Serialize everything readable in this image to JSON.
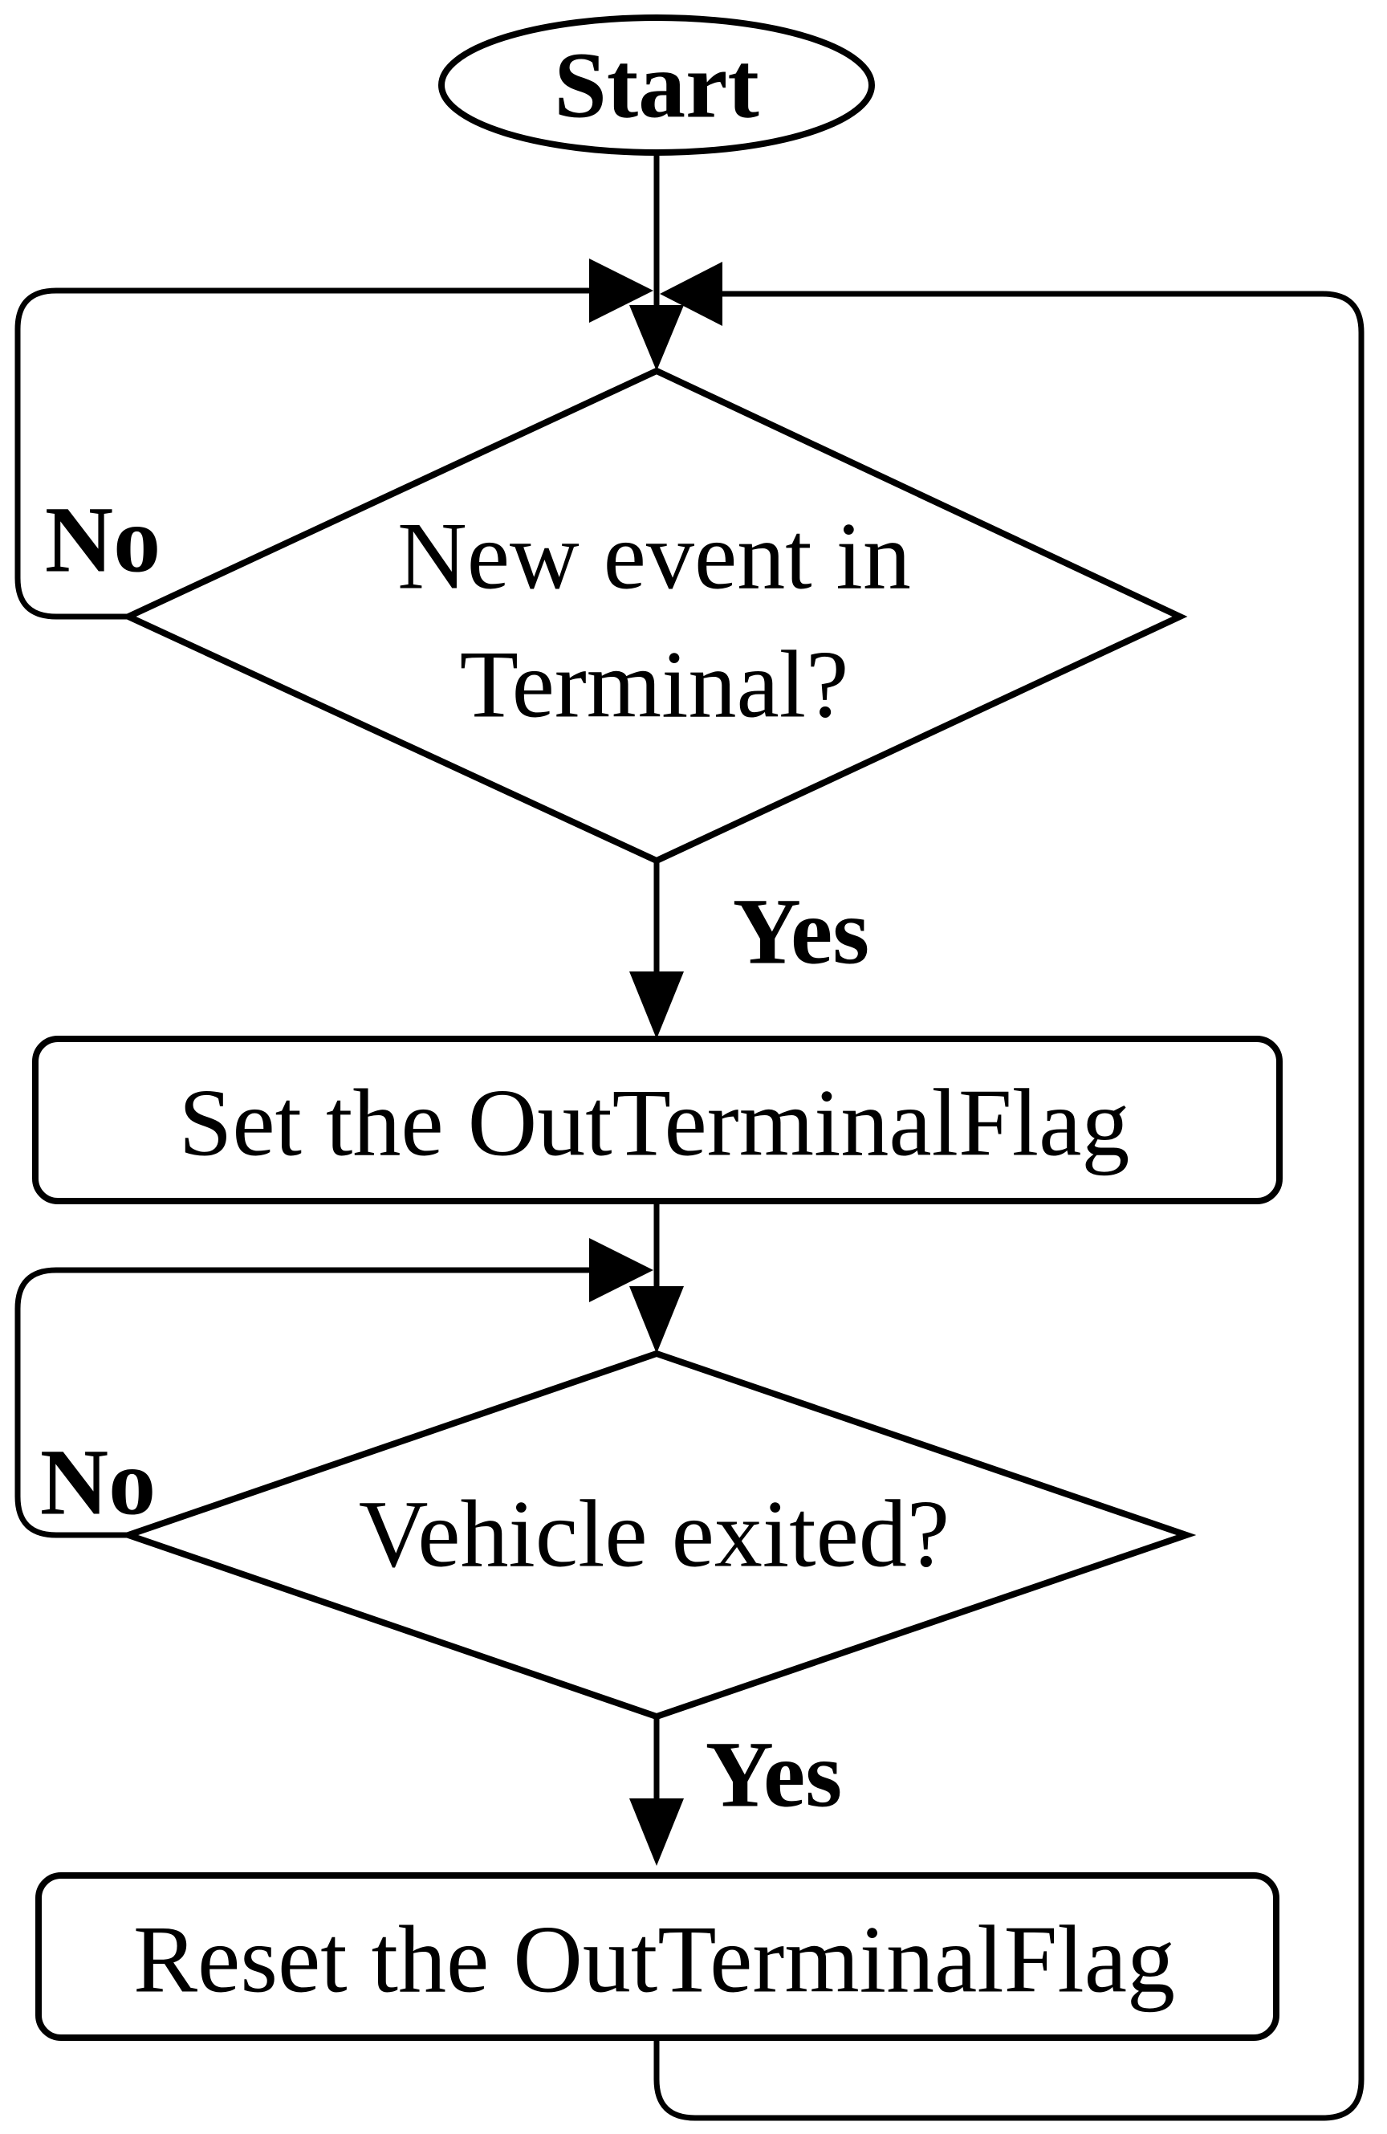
{
  "flowchart": {
    "start": {
      "label": "Start"
    },
    "decision_new_event": {
      "line1": "New event in",
      "line2": "Terminal?",
      "no_label": "No",
      "yes_label": "Yes"
    },
    "process_set_flag": {
      "label": "Set the OutTerminalFlag"
    },
    "decision_vehicle_exited": {
      "label": "Vehicle exited?",
      "no_label": "No",
      "yes_label": "Yes"
    },
    "process_reset_flag": {
      "label": "Reset the OutTerminalFlag"
    }
  },
  "colors": {
    "stroke": "#000000",
    "background": "#ffffff"
  }
}
